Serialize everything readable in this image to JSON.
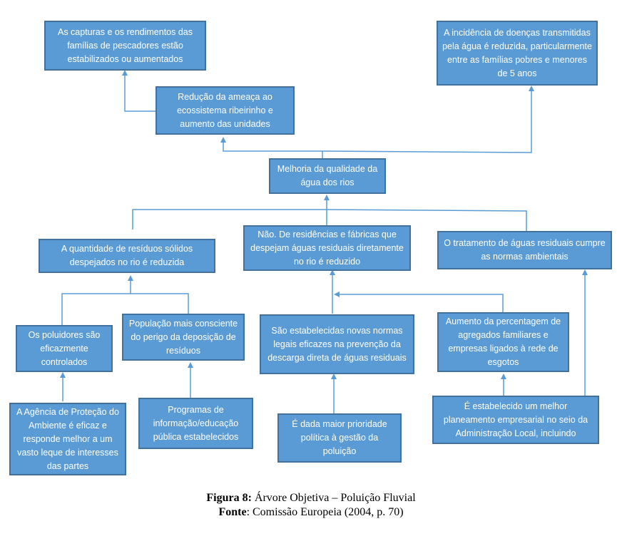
{
  "colors": {
    "box_fill": "#5b9bd5",
    "box_border": "#41719c",
    "connector": "#5b9bd5",
    "text": "#ffffff"
  },
  "nodes": {
    "capturas": "As capturas e os rendimentos das famílias de pescadores estão estabilizados ou aumentados",
    "doencas": "A incidência de doenças transmitidas pela água é reduzida, particularmente entre as famílias pobres e menores de 5 anos",
    "reducao_ameaca": "Redução da ameaça ao ecossistema ribeirinho e aumento das unidades",
    "melhoria": "Melhoria da qualidade da água dos rios",
    "residuos_solidos": "A quantidade de resíduos sólidos despejados no rio é reduzida",
    "residencias": "Não. De residências e fábricas que despejam águas residuais diretamente no rio é reduzido",
    "tratamento": "O tratamento de águas residuais cumpre as normas ambientais",
    "poluidores": "Os poluidores são eficazmente controlados",
    "populacao": "População mais consciente do perigo da deposição de resíduos",
    "normas": "São estabelecidas novas normas legais eficazes na prevenção da descarga direta de águas residuais",
    "aumento_percentagem": "Aumento da percentagem de agregados familiares e empresas ligados à rede de esgotos",
    "agencia": "A Agência de Proteção do Ambiente é eficaz e responde melhor a um vasto leque de interesses das partes",
    "programas": "Programas de informação/educação pública estabelecidos",
    "prioridade": "É dada maior prioridade política à gestão da poluição",
    "planeamento": "É estabelecido um melhor planeamento empresarial no seio da Administração Local, incluindo"
  },
  "caption": {
    "figure_label": "Figura 8:",
    "figure_title": " Árvore Objetiva – Poluição Fluvial",
    "source_label": "Fonte",
    "source_text": ": Comissão Europeia (2004, p. 70)"
  }
}
